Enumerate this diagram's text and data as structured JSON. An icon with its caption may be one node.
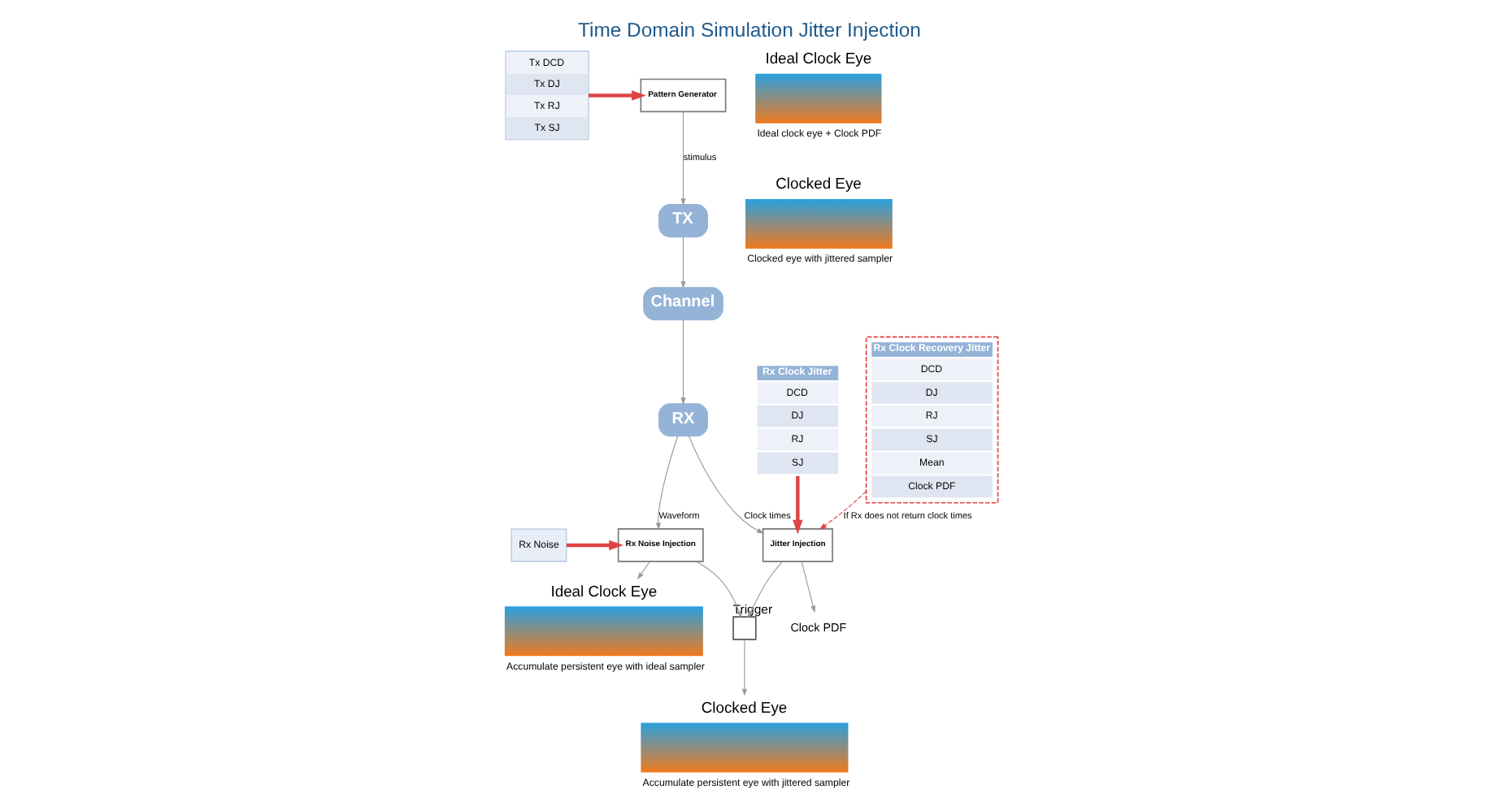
{
  "diagram": {
    "title": "Time Domain Simulation Jitter Injection",
    "nodes": [
      {
        "text": [
          "Tx DCD",
          "Tx DJ",
          "Tx RJ",
          "Tx SJ"
        ]
      },
      {
        "text": [
          "Pattern Generator"
        ]
      },
      {
        "text": [
          "TX"
        ]
      },
      {
        "text": [
          "Channel"
        ]
      },
      {
        "text": [
          "RX"
        ]
      },
      {
        "text": [
          "Rx Clock Jitter",
          "DCD",
          "DJ",
          "RJ",
          "SJ"
        ]
      },
      {
        "text": [
          "Jitter Injection"
        ]
      },
      {
        "text": [
          "Rx Noise"
        ]
      },
      {
        "text": [
          "Rx Noise Injection"
        ]
      },
      {
        "text": [
          "Clock PDF"
        ]
      },
      {
        "text": [],
        "shape": "box",
        "beside": [
          "Trigger"
        ]
      },
      {
        "text": [
          "Ideal Clock Eye",
          "Accumulate persistent eye with ideal sampler"
        ]
      },
      {
        "text": [
          "Clocked Eye",
          "Accumulate persistent eye with jittered sampler"
        ]
      },
      {
        "text": [
          "Rx Clock Recovery Jitter",
          "DCD",
          "DJ",
          "RJ",
          "SJ",
          "Mean",
          "Clock PDF"
        ]
      },
      {
        "text": [
          "Ideal Clock Eye",
          "Ideal clock eye + Clock PDF"
        ]
      },
      {
        "text": [
          "Clocked Eye",
          "Clocked eye with jittered sampler"
        ]
      }
    ],
    "edges": [
      {
        "from": 0,
        "to": 1,
        "arrow": "to",
        "style": "thick",
        "color": "#e04343"
      },
      {
        "from": 1,
        "to": 2,
        "arrow": "to",
        "label": "stimulus"
      },
      {
        "from": 2,
        "to": 3,
        "arrow": "to"
      },
      {
        "from": 3,
        "to": 4,
        "arrow": "to"
      },
      {
        "from": 4,
        "to": 6,
        "arrow": "to",
        "label": "Clock times"
      },
      {
        "from": 5,
        "to": 6,
        "arrow": "to",
        "style": "thick",
        "color": "#e04343"
      },
      {
        "from": 13,
        "to": 6,
        "arrow": "to",
        "label": "If Rx does not return clock times",
        "style": "dashed",
        "color": "#e04343"
      },
      {
        "from": 4,
        "to": 8,
        "arrow": "to",
        "label": "Waveform"
      },
      {
        "from": 7,
        "to": 8,
        "arrow": "to",
        "style": "thick",
        "color": "#e04343"
      },
      {
        "from": 6,
        "to": 9,
        "arrow": "to"
      },
      {
        "from": 6,
        "to": 10,
        "arrow": "to"
      },
      {
        "from": 8,
        "to": 10,
        "arrow": "to"
      },
      {
        "from": 8,
        "to": 11,
        "arrow": "to"
      },
      {
        "from": 10,
        "to": 12,
        "arrow": "to"
      }
    ]
  }
}
